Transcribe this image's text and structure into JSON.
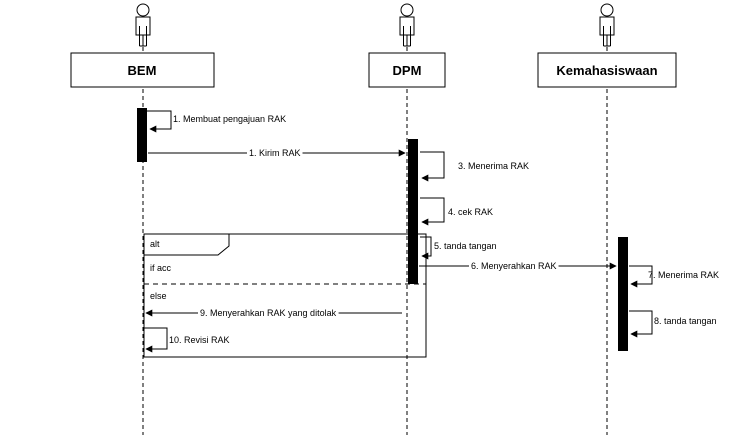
{
  "actors": [
    {
      "name": "BEM"
    },
    {
      "name": "DPM"
    },
    {
      "name": "Kemahasiswaan"
    }
  ],
  "messages": [
    {
      "label": "1. Membuat pengajuan RAK"
    },
    {
      "label": "1. Kirim RAK"
    },
    {
      "label": "3. Menerima RAK"
    },
    {
      "label": "4. cek RAK"
    },
    {
      "label": "5. tanda tangan"
    },
    {
      "label": "6. Menyerahkan RAK"
    },
    {
      "label": "7. Menerima RAK"
    },
    {
      "label": "8. tanda tangan"
    },
    {
      "label": "9. Menyerahkan RAK yang ditolak"
    },
    {
      "label": "10. Revisi RAK"
    }
  ],
  "fragment": {
    "keyword": "alt",
    "guard_1": "if acc",
    "guard_2": "else"
  }
}
